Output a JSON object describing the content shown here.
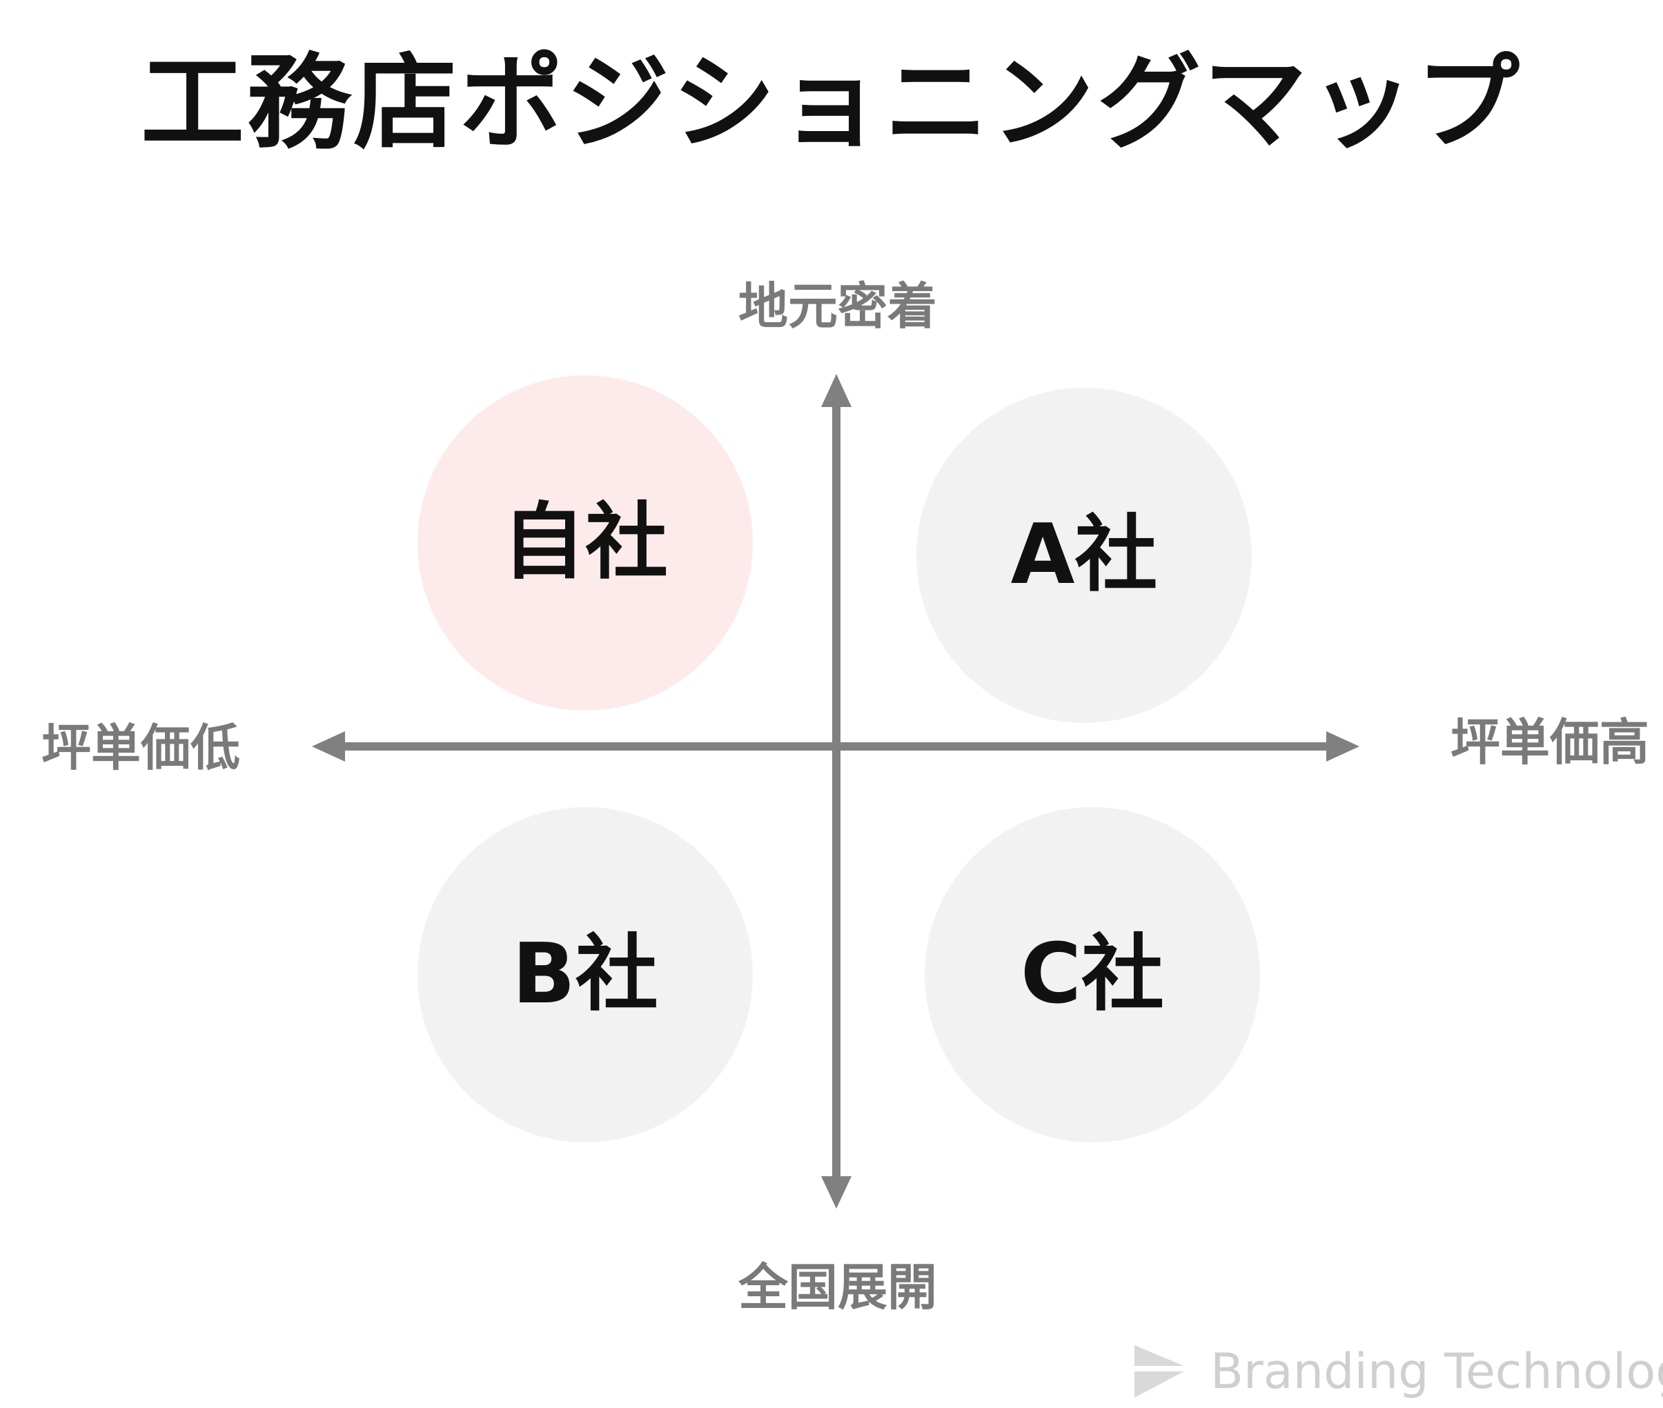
{
  "title": "工務店ポジショニングマップ",
  "axes": {
    "top": "地元密着",
    "bottom": "全国展開",
    "left": "坪単価低",
    "right": "坪単価高"
  },
  "companies": {
    "self": "自社",
    "a": "A社",
    "b": "B社",
    "c": "C社"
  },
  "brand": {
    "name": "Branding Technology"
  },
  "colors": {
    "axis": "#808080",
    "label": "#7a7a7a",
    "self_fill": "#fdebec",
    "other_fill": "#f2f2f2",
    "brand": "#cfcfcf"
  }
}
